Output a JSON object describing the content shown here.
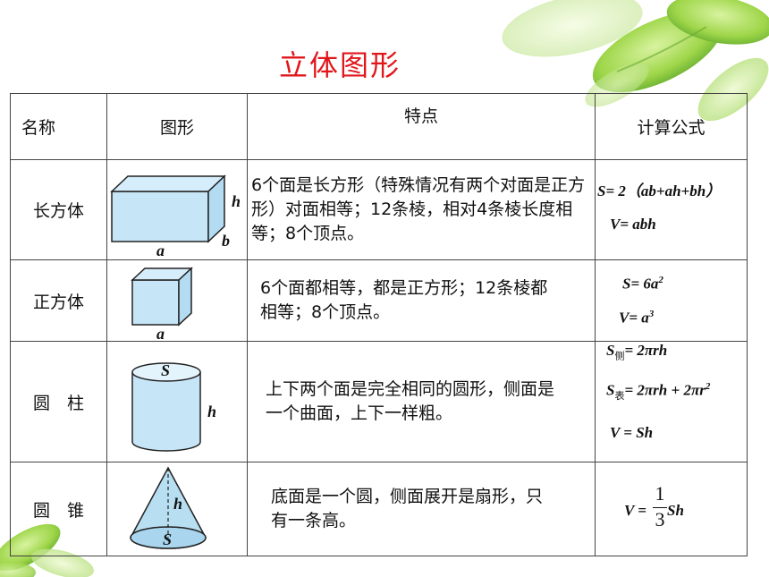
{
  "title": "立体图形",
  "headers": {
    "name": "名称",
    "figure": "图形",
    "feature": "特点",
    "formula": "计算公式"
  },
  "rows": [
    {
      "name": "长方体",
      "feature": "6个面是长方形（特殊情况有两个对面是正方形）对面相等；12条棱，相对4条棱长度相等；8个顶点。",
      "labels": {
        "h": "h",
        "b": "b",
        "a": "a"
      },
      "formulas": {
        "s_lhs": "S",
        "s_rhs": "= 2（ab+ah+bh）",
        "v_lhs": "V",
        "v_rhs": "= abh"
      }
    },
    {
      "name": "正方体",
      "feature": "6个面都相等，都是正方形；12条棱都相等；8个顶点。",
      "labels": {
        "a": "a"
      },
      "formulas": {
        "s_lhs": "S",
        "s_rhs": "= 6a",
        "s_sup": "2",
        "v_lhs": "V",
        "v_rhs": "= a",
        "v_sup": "3"
      }
    },
    {
      "name": "圆　柱",
      "feature": "上下两个面是完全相同的圆形，侧面是一个曲面，上下一样粗。",
      "labels": {
        "s": "S",
        "h": "h"
      },
      "formulas": {
        "side_lhs": "S",
        "side_sub": "侧",
        "side_rhs": "= 2πrh",
        "surf_lhs": "S",
        "surf_sub": "表",
        "surf_rhs": "= 2πrh + 2πr",
        "surf_sup": "2",
        "v": "V = Sh"
      }
    },
    {
      "name": "圆　锥",
      "feature": "底面是一个圆，侧面展开是扇形，只有一条高。",
      "labels": {
        "h": "h",
        "s": "S"
      },
      "formulas": {
        "v_lhs": "V =",
        "num": "1",
        "den": "3",
        "v_rhs": "Sh"
      }
    }
  ]
}
